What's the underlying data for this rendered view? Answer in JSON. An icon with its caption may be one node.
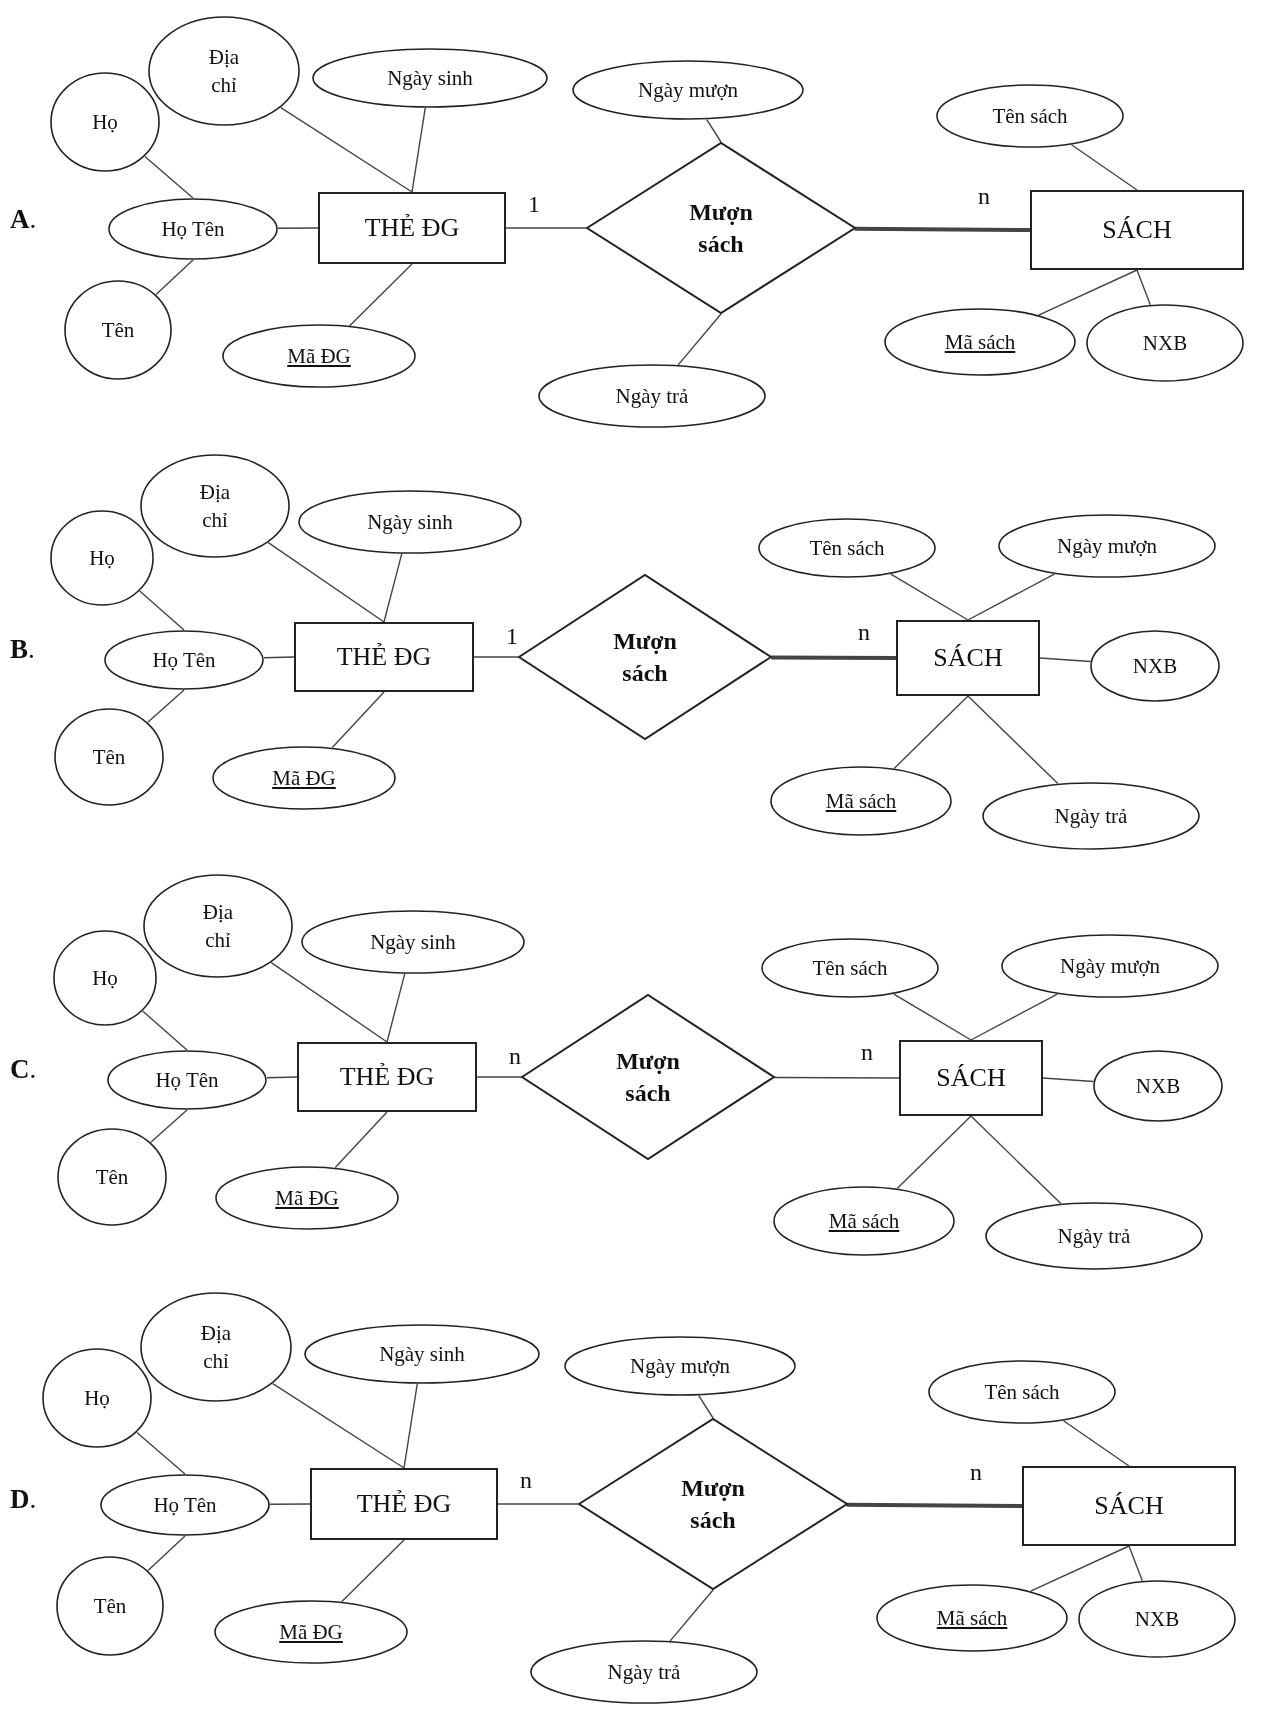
{
  "diagram": {
    "nodes": [
      {
        "text": [
          "Họ"
        ]
      },
      {
        "text": [
          "Địa chỉ"
        ]
      },
      {
        "text": [
          "Ngày sinh"
        ]
      },
      {
        "text": [
          "Ngày mượn"
        ]
      },
      {
        "text": [
          "Tên sách"
        ]
      },
      {
        "text": [
          "Họ Tên"
        ]
      },
      {
        "text": [
          "THẺ ĐG"
        ]
      },
      {
        "text": [
          "Mượn sách"
        ]
      },
      {
        "text": [
          "SÁCH"
        ]
      },
      {
        "text": [
          "Tên"
        ]
      },
      {
        "text": [
          "Mã ĐG"
        ]
      },
      {
        "text": [
          "Ngày trả"
        ]
      },
      {
        "text": [
          "Mã sách"
        ]
      },
      {
        "text": [
          "NXB"
        ]
      },
      {
        "text": [
          "Họ"
        ]
      },
      {
        "text": [
          "Địa chỉ"
        ]
      },
      {
        "text": [
          "Ngày sinh"
        ]
      },
      {
        "text": [
          "Tên sách"
        ]
      },
      {
        "text": [
          "Ngày mượn"
        ]
      },
      {
        "text": [
          "Họ Tên"
        ]
      },
      {
        "text": [
          "THẺ ĐG"
        ]
      },
      {
        "text": [
          "Mượn sách"
        ]
      },
      {
        "text": [
          "SÁCH"
        ]
      },
      {
        "text": [
          "NXB"
        ]
      },
      {
        "text": [
          "Tên"
        ]
      },
      {
        "text": [
          "Mã ĐG"
        ]
      },
      {
        "text": [
          "Mã sách"
        ]
      },
      {
        "text": [
          "Ngày trả"
        ]
      },
      {
        "text": [
          "Họ"
        ]
      },
      {
        "text": [
          "Địa chỉ"
        ]
      },
      {
        "text": [
          "Ngày sinh"
        ]
      },
      {
        "text": [
          "Tên sách"
        ]
      },
      {
        "text": [
          "Ngày mượn"
        ]
      },
      {
        "text": [
          "Họ Tên"
        ]
      },
      {
        "text": [
          "THẺ ĐG"
        ]
      },
      {
        "text": [
          "Mượn sách"
        ]
      },
      {
        "text": [
          "SÁCH"
        ]
      },
      {
        "text": [
          "NXB"
        ]
      },
      {
        "text": [
          "Tên"
        ]
      },
      {
        "text": [
          "Mã ĐG"
        ]
      },
      {
        "text": [
          "Mã sách"
        ]
      },
      {
        "text": [
          "Ngày trả"
        ]
      },
      {
        "text": [
          "Họ"
        ]
      },
      {
        "text": [
          "Địa chỉ"
        ]
      },
      {
        "text": [
          "Ngày sinh"
        ]
      },
      {
        "text": [
          "Ngày mượn"
        ]
      },
      {
        "text": [
          "Tên sách"
        ]
      },
      {
        "text": [
          "Họ Tên"
        ]
      },
      {
        "text": [
          "THẺ ĐG"
        ]
      },
      {
        "text": [
          "Mượn sách"
        ]
      },
      {
        "text": [
          "SÁCH"
        ]
      },
      {
        "text": [
          "Tên"
        ]
      },
      {
        "text": [
          "Mã ĐG"
        ]
      },
      {
        "text": [
          "Ngày trả"
        ]
      },
      {
        "text": [
          "Mã sách"
        ]
      },
      {
        "text": [
          "NXB"
        ]
      }
    ],
    "edges": [
      {
        "from": 0,
        "to": 5,
        "arrow": "none"
      },
      {
        "from": 9,
        "to": 5,
        "arrow": "none"
      },
      {
        "from": 5,
        "to": 6,
        "arrow": "none"
      },
      {
        "from": 1,
        "to": 6,
        "arrow": "none"
      },
      {
        "from": 2,
        "to": 6,
        "arrow": "none"
      },
      {
        "from": 10,
        "to": 6,
        "arrow": "none"
      },
      {
        "from": 6,
        "to": 7,
        "arrow": "none",
        "label": "1"
      },
      {
        "from": 7,
        "to": 8,
        "arrow": "none",
        "label": "n",
        "style": "thick"
      },
      {
        "from": 3,
        "to": 7,
        "arrow": "none"
      },
      {
        "from": 11,
        "to": 7,
        "arrow": "none"
      },
      {
        "from": 4,
        "to": 8,
        "arrow": "none"
      },
      {
        "from": 12,
        "to": 8,
        "arrow": "none"
      },
      {
        "from": 13,
        "to": 8,
        "arrow": "none"
      },
      {
        "from": 14,
        "to": 19,
        "arrow": "none"
      },
      {
        "from": 24,
        "to": 19,
        "arrow": "none"
      },
      {
        "from": 19,
        "to": 20,
        "arrow": "none"
      },
      {
        "from": 15,
        "to": 20,
        "arrow": "none"
      },
      {
        "from": 16,
        "to": 20,
        "arrow": "none"
      },
      {
        "from": 25,
        "to": 20,
        "arrow": "none"
      },
      {
        "from": 20,
        "to": 21,
        "arrow": "none",
        "label": "1"
      },
      {
        "from": 21,
        "to": 22,
        "arrow": "none",
        "label": "n",
        "style": "thick"
      },
      {
        "from": 17,
        "to": 22,
        "arrow": "none"
      },
      {
        "from": 18,
        "to": 22,
        "arrow": "none"
      },
      {
        "from": 23,
        "to": 22,
        "arrow": "none"
      },
      {
        "from": 26,
        "to": 22,
        "arrow": "none"
      },
      {
        "from": 27,
        "to": 22,
        "arrow": "none"
      },
      {
        "from": 28,
        "to": 33,
        "arrow": "none"
      },
      {
        "from": 38,
        "to": 33,
        "arrow": "none"
      },
      {
        "from": 33,
        "to": 34,
        "arrow": "none"
      },
      {
        "from": 29,
        "to": 34,
        "arrow": "none"
      },
      {
        "from": 30,
        "to": 34,
        "arrow": "none"
      },
      {
        "from": 39,
        "to": 34,
        "arrow": "none"
      },
      {
        "from": 34,
        "to": 35,
        "arrow": "none",
        "label": "n"
      },
      {
        "from": 35,
        "to": 36,
        "arrow": "none",
        "label": "n"
      },
      {
        "from": 31,
        "to": 36,
        "arrow": "none"
      },
      {
        "from": 32,
        "to": 36,
        "arrow": "none"
      },
      {
        "from": 37,
        "to": 36,
        "arrow": "none"
      },
      {
        "from": 40,
        "to": 36,
        "arrow": "none"
      },
      {
        "from": 41,
        "to": 36,
        "arrow": "none"
      },
      {
        "from": 42,
        "to": 47,
        "arrow": "none"
      },
      {
        "from": 51,
        "to": 47,
        "arrow": "none"
      },
      {
        "from": 47,
        "to": 48,
        "arrow": "none"
      },
      {
        "from": 43,
        "to": 48,
        "arrow": "none"
      },
      {
        "from": 44,
        "to": 48,
        "arrow": "none"
      },
      {
        "from": 52,
        "to": 48,
        "arrow": "none"
      },
      {
        "from": 48,
        "to": 49,
        "arrow": "none",
        "label": "n"
      },
      {
        "from": 49,
        "to": 50,
        "arrow": "none",
        "label": "n",
        "style": "thick"
      },
      {
        "from": 45,
        "to": 49,
        "arrow": "none"
      },
      {
        "from": 53,
        "to": 49,
        "arrow": "none"
      },
      {
        "from": 46,
        "to": 50,
        "arrow": "none"
      },
      {
        "from": 54,
        "to": 50,
        "arrow": "none"
      },
      {
        "from": 55,
        "to": 50,
        "arrow": "none"
      }
    ],
    "labels": [
      "**A**.",
      "**B**.",
      "**C**.",
      "**D**."
    ]
  }
}
